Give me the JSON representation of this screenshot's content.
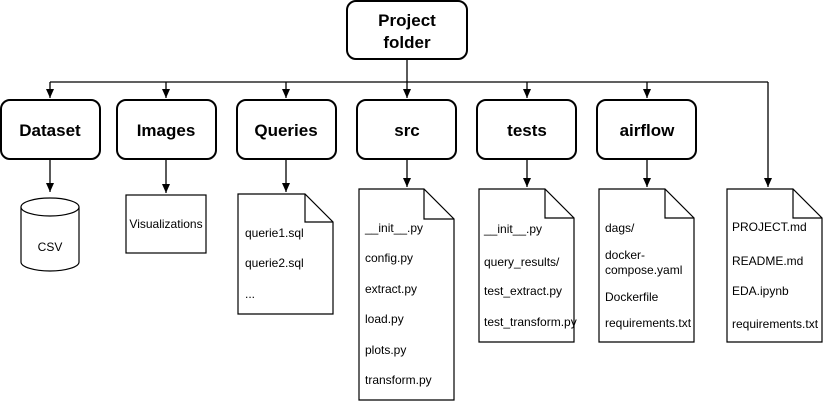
{
  "root": {
    "lines": [
      "Project",
      "folder"
    ]
  },
  "folders": [
    {
      "label": "Dataset"
    },
    {
      "label": "Images"
    },
    {
      "label": "Queries"
    },
    {
      "label": "src"
    },
    {
      "label": "tests"
    },
    {
      "label": "airflow"
    }
  ],
  "dataset_item": {
    "shape": "cylinder",
    "label": "CSV"
  },
  "images_item": {
    "shape": "rectangle",
    "label": "Visualizations"
  },
  "documents": {
    "queries": [
      "querie1.sql",
      "querie2.sql",
      "..."
    ],
    "src": [
      "__init__.py",
      "config.py",
      "extract.py",
      "load.py",
      "plots.py",
      "transform.py"
    ],
    "tests": [
      "__init__.py",
      "query_results/",
      "test_extract.py",
      "test_transform.py"
    ],
    "airflow": [
      "dags/",
      "docker-",
      "compose.yaml",
      "Dockerfile",
      "requirements.txt"
    ],
    "root_files": [
      "PROJECT.md",
      "README.md",
      "EDA.ipynb",
      "requirements.txt"
    ]
  }
}
